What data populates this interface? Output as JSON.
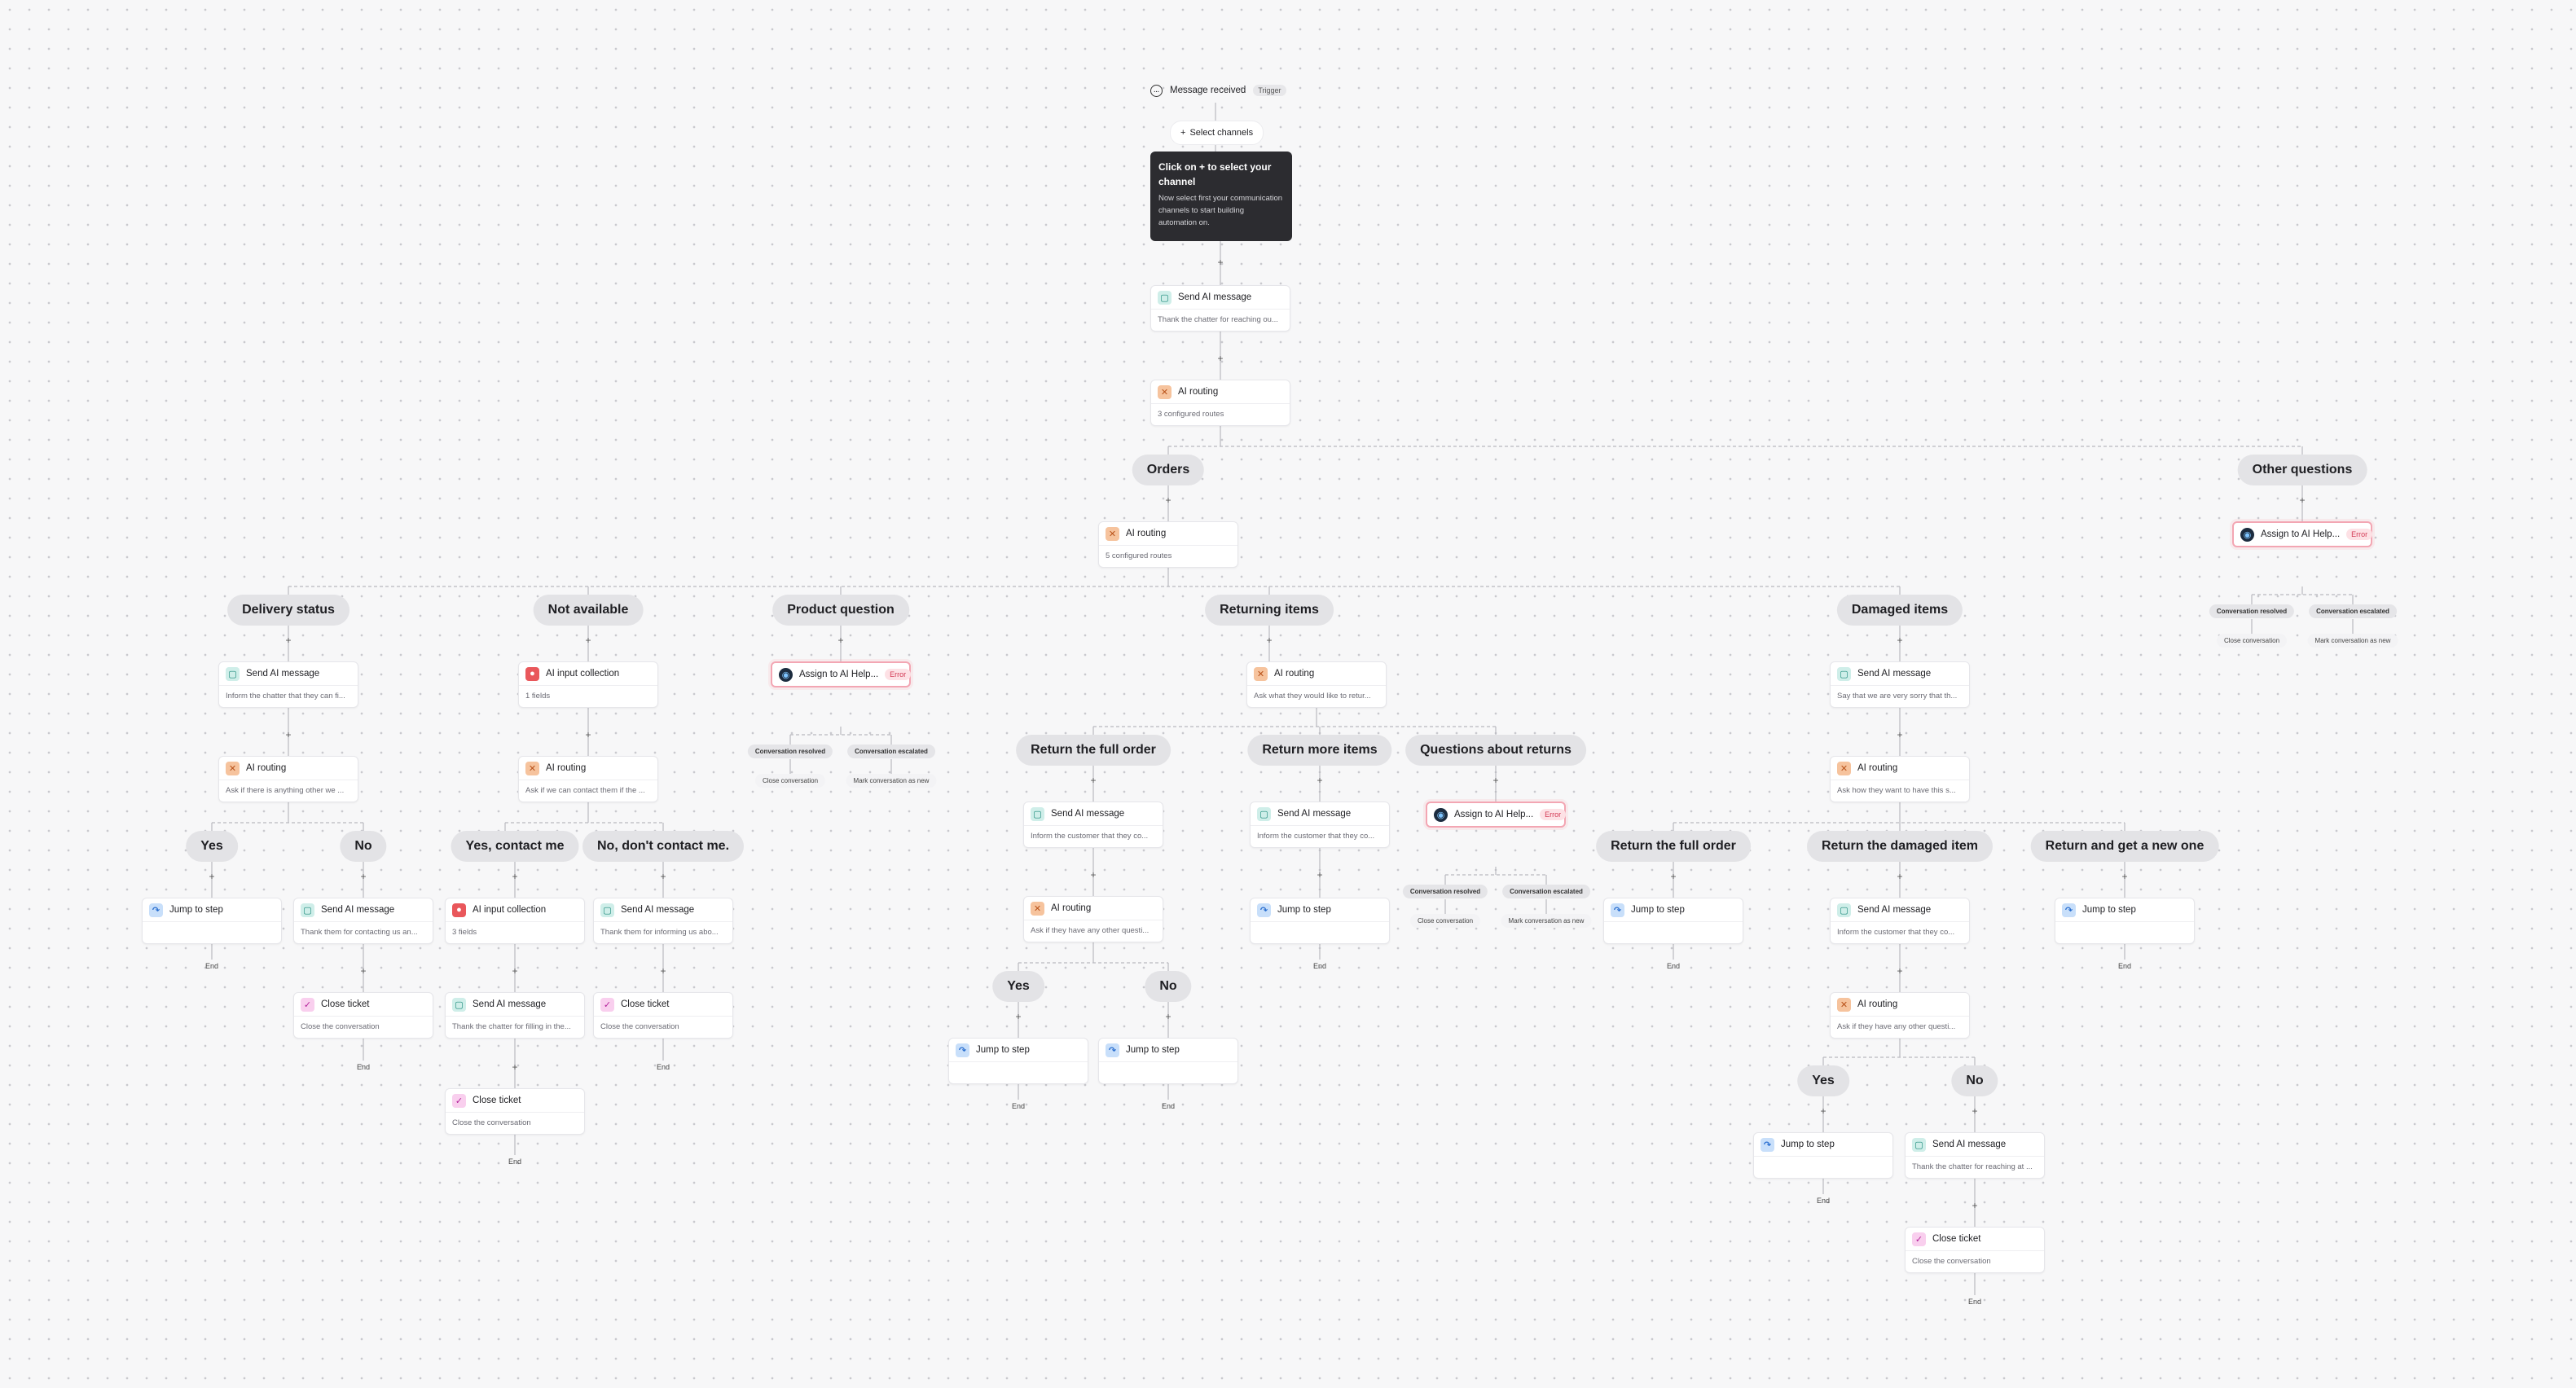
{
  "trigger": {
    "label": "Message received",
    "tag": "Trigger"
  },
  "select_channels": {
    "label": "Select channels",
    "plus": "+"
  },
  "tooltip": {
    "title": "Click on + to select your channel",
    "body": "Now select first your communication channels to start building automation on."
  },
  "common": {
    "plus": "+",
    "end": "End",
    "error": "Error"
  },
  "steps": {
    "send_ai_root": {
      "title": "Send AI message",
      "sub": "Thank the chatter for reaching ou..."
    },
    "routing_root": {
      "title": "AI routing",
      "sub": "3 configured routes"
    },
    "routing_orders": {
      "title": "AI routing",
      "sub": "5 configured routes"
    },
    "assign_other": {
      "title": "Assign to AI Help...",
      "chips": [
        "Conversation resolved",
        "Conversation escalated",
        "Close conversation",
        "Mark conversation as new"
      ]
    },
    "ds_msg": {
      "title": "Send AI message",
      "sub": "Inform the chatter that they can fi..."
    },
    "ds_route": {
      "title": "AI routing",
      "sub": "Ask if there is anything other we ..."
    },
    "ds_yes_jump": {
      "title": "Jump to step",
      "sub": ""
    },
    "ds_no_msg": {
      "title": "Send AI message",
      "sub": "Thank them for contacting us an..."
    },
    "ds_no_close": {
      "title": "Close ticket",
      "sub": "Close the conversation"
    },
    "na_input": {
      "title": "AI input collection",
      "sub": "1 fields"
    },
    "na_route": {
      "title": "AI routing",
      "sub": "Ask if we can contact them if the ..."
    },
    "na_yes_input": {
      "title": "AI input collection",
      "sub": "3 fields"
    },
    "na_yes_msg": {
      "title": "Send AI message",
      "sub": "Thank the chatter for filling in the..."
    },
    "na_yes_close": {
      "title": "Close ticket",
      "sub": "Close the conversation"
    },
    "na_no_msg": {
      "title": "Send AI message",
      "sub": "Thank them for informing us abo..."
    },
    "na_no_close": {
      "title": "Close ticket",
      "sub": "Close the conversation"
    },
    "pq_assign": {
      "title": "Assign to AI Help...",
      "chips": [
        "Conversation resolved",
        "Conversation escalated",
        "Close conversation",
        "Mark conversation as new"
      ]
    },
    "ri_route": {
      "title": "AI routing",
      "sub": "Ask what they would like to retur..."
    },
    "rfo_msg": {
      "title": "Send AI message",
      "sub": "Inform the customer that they co..."
    },
    "rfo_route": {
      "title": "AI routing",
      "sub": "Ask if they have any other questi..."
    },
    "rfo_yes_jump": {
      "title": "Jump to step",
      "sub": ""
    },
    "rfo_no_jump": {
      "title": "Jump to step",
      "sub": ""
    },
    "rmi_msg": {
      "title": "Send AI message",
      "sub": "Inform the customer that they co..."
    },
    "rmi_jump": {
      "title": "Jump to step",
      "sub": ""
    },
    "qar_assign": {
      "title": "Assign to AI Help...",
      "chips": [
        "Conversation resolved",
        "Conversation escalated",
        "Close conversation",
        "Mark conversation as new"
      ]
    },
    "di_msg": {
      "title": "Send AI message",
      "sub": "Say that we are very sorry that th..."
    },
    "di_route": {
      "title": "AI routing",
      "sub": "Ask how they want to have this s..."
    },
    "di_rfo_jump": {
      "title": "Jump to step",
      "sub": ""
    },
    "di_rdi_msg": {
      "title": "Send AI message",
      "sub": "Inform the customer that they co..."
    },
    "di_rdi_route": {
      "title": "AI routing",
      "sub": "Ask if they have any other questi..."
    },
    "di_yes_jump": {
      "title": "Jump to step",
      "sub": ""
    },
    "di_no_msg": {
      "title": "Send AI message",
      "sub": "Thank the chatter for reaching at ..."
    },
    "di_no_close": {
      "title": "Close ticket",
      "sub": "Close the conversation"
    },
    "di_new_jump": {
      "title": "Jump to step",
      "sub": ""
    }
  },
  "branches": {
    "orders": "Orders",
    "other_questions": "Other questions",
    "delivery_status": "Delivery status",
    "not_available": "Not available",
    "product_question": "Product question",
    "returning_items": "Returning items",
    "damaged_items": "Damaged items",
    "ds_yes": "Yes",
    "ds_no": "No",
    "na_yes": "Yes, contact me",
    "na_no": "No, don't contact me.",
    "return_full_order": "Return the full order",
    "return_more_items": "Return more items",
    "questions_about_returns": "Questions about returns",
    "rfo_yes": "Yes",
    "rfo_no": "No",
    "di_return_full_order": "Return the full order",
    "di_return_damaged": "Return the damaged item",
    "di_return_new": "Return and get a new one",
    "di_yes": "Yes",
    "di_no": "No"
  }
}
